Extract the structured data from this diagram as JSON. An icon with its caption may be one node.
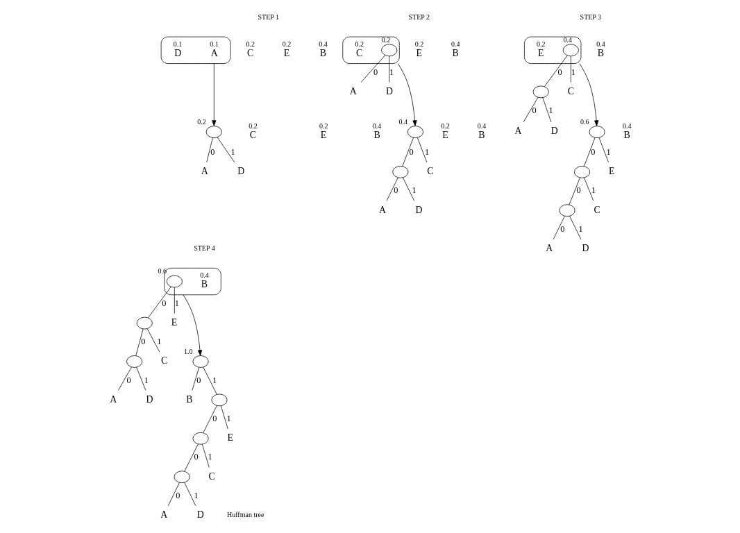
{
  "diagram": {
    "nodes": [
      {
        "text": [],
        "shape": "box"
      },
      {
        "text": [
          "A"
        ],
        "beside": [
          "0.1"
        ],
        "in": 0
      },
      {
        "text": [
          "D"
        ],
        "beside": [
          "0.1"
        ],
        "in": 0
      },
      {
        "text": [
          "C"
        ],
        "beside": [
          "0.2"
        ]
      },
      {
        "text": [
          "E"
        ],
        "beside": [
          "0.2"
        ]
      },
      {
        "text": [
          "B"
        ],
        "beside": [
          "0.4"
        ]
      },
      {
        "text": [],
        "shape": "circle",
        "beside": [
          "0.2"
        ]
      },
      {
        "text": [
          "A"
        ]
      },
      {
        "text": [
          "D"
        ]
      },
      {
        "text": [
          "C"
        ],
        "beside": [
          "0.2"
        ]
      },
      {
        "text": [
          "E"
        ],
        "beside": [
          "0.2"
        ]
      },
      {
        "text": [
          "B"
        ],
        "beside": [
          "0.4"
        ]
      },
      {
        "text": [],
        "shape": "box"
      },
      {
        "text": [],
        "shape": "circle",
        "beside": [
          "0.2"
        ],
        "in": 12
      },
      {
        "text": [
          "C"
        ],
        "beside": [
          "0.2"
        ],
        "in": 12
      },
      {
        "text": [
          "A"
        ]
      },
      {
        "text": [
          "D"
        ]
      },
      {
        "text": [
          "E"
        ],
        "beside": [
          "0.2"
        ]
      },
      {
        "text": [
          "B"
        ],
        "beside": [
          "0.4"
        ]
      },
      {
        "text": [],
        "shape": "circle",
        "beside": [
          "0.4"
        ]
      },
      {
        "text": [],
        "shape": "circle"
      },
      {
        "text": [
          "A"
        ]
      },
      {
        "text": [
          "D"
        ]
      },
      {
        "text": [
          "C"
        ]
      },
      {
        "text": [
          "E"
        ],
        "beside": [
          "0.2"
        ]
      },
      {
        "text": [
          "B"
        ],
        "beside": [
          "0.4"
        ]
      },
      {
        "text": [],
        "shape": "box"
      },
      {
        "text": [],
        "shape": "circle",
        "beside": [
          "0.4"
        ],
        "in": 26
      },
      {
        "text": [
          "E"
        ],
        "beside": [
          "0.2"
        ],
        "in": 26
      },
      {
        "text": [
          "B"
        ],
        "beside": [
          "0.4"
        ]
      },
      {
        "text": [],
        "shape": "circle"
      },
      {
        "text": [
          "A"
        ]
      },
      {
        "text": [
          "D"
        ]
      },
      {
        "text": [
          "C"
        ]
      },
      {
        "text": [],
        "shape": "circle",
        "beside": [
          "0.6"
        ]
      },
      {
        "text": [],
        "shape": "circle"
      },
      {
        "text": [],
        "shape": "circle"
      },
      {
        "text": [
          "A"
        ]
      },
      {
        "text": [
          "D"
        ]
      },
      {
        "text": [
          "C"
        ]
      },
      {
        "text": [
          "E"
        ]
      },
      {
        "text": [
          "B"
        ],
        "beside": [
          "0.4"
        ]
      },
      {
        "text": [],
        "shape": "box"
      },
      {
        "text": [
          "B"
        ],
        "beside": [
          "0.4"
        ],
        "in": 42
      },
      {
        "text": [],
        "shape": "circle",
        "beside": [
          "0.6"
        ],
        "in": 42
      },
      {
        "text": [],
        "shape": "circle"
      },
      {
        "text": [],
        "shape": "circle"
      },
      {
        "text": [
          "A"
        ]
      },
      {
        "text": [
          "D"
        ]
      },
      {
        "text": [
          "C"
        ]
      },
      {
        "text": [
          "E"
        ]
      },
      {
        "text": [],
        "shape": "circle",
        "beside": [
          "1.0"
        ]
      },
      {
        "text": [
          "B"
        ]
      },
      {
        "text": [],
        "shape": "circle"
      },
      {
        "text": [],
        "shape": "circle"
      },
      {
        "text": [],
        "shape": "circle"
      },
      {
        "text": [
          "A"
        ]
      },
      {
        "text": [
          "D"
        ]
      },
      {
        "text": [
          "C"
        ]
      },
      {
        "text": [
          "E"
        ]
      }
    ],
    "edges": [
      {
        "from": 0,
        "to": 6,
        "arrow": "to"
      },
      {
        "from": 6,
        "to": 7,
        "arrow": "none",
        "label": "0"
      },
      {
        "from": 6,
        "to": 8,
        "arrow": "none",
        "label": "1"
      },
      {
        "from": 13,
        "to": 15,
        "arrow": "none",
        "label": "0"
      },
      {
        "from": 13,
        "to": 16,
        "arrow": "none",
        "label": "1"
      },
      {
        "from": 12,
        "to": 19,
        "arrow": "to"
      },
      {
        "from": 19,
        "to": 20,
        "arrow": "none",
        "label": "0"
      },
      {
        "from": 19,
        "to": 23,
        "arrow": "none",
        "label": "1"
      },
      {
        "from": 20,
        "to": 21,
        "arrow": "none",
        "label": "0"
      },
      {
        "from": 20,
        "to": 22,
        "arrow": "none",
        "label": "1"
      },
      {
        "from": 27,
        "to": 30,
        "arrow": "none",
        "label": "0"
      },
      {
        "from": 27,
        "to": 33,
        "arrow": "none",
        "label": "1"
      },
      {
        "from": 30,
        "to": 31,
        "arrow": "none",
        "label": "0"
      },
      {
        "from": 30,
        "to": 32,
        "arrow": "none",
        "label": "1"
      },
      {
        "from": 26,
        "to": 34,
        "arrow": "to"
      },
      {
        "from": 34,
        "to": 35,
        "arrow": "none",
        "label": "0"
      },
      {
        "from": 34,
        "to": 40,
        "arrow": "none",
        "label": "1"
      },
      {
        "from": 35,
        "to": 36,
        "arrow": "none",
        "label": "0"
      },
      {
        "from": 35,
        "to": 39,
        "arrow": "none",
        "label": "1"
      },
      {
        "from": 36,
        "to": 37,
        "arrow": "none",
        "label": "0"
      },
      {
        "from": 36,
        "to": 38,
        "arrow": "none",
        "label": "1"
      },
      {
        "from": 44,
        "to": 45,
        "arrow": "none",
        "label": "0"
      },
      {
        "from": 44,
        "to": 50,
        "arrow": "none",
        "label": "1"
      },
      {
        "from": 45,
        "to": 46,
        "arrow": "none",
        "label": "0"
      },
      {
        "from": 45,
        "to": 49,
        "arrow": "none",
        "label": "1"
      },
      {
        "from": 46,
        "to": 47,
        "arrow": "none",
        "label": "0"
      },
      {
        "from": 46,
        "to": 48,
        "arrow": "none",
        "label": "1"
      },
      {
        "from": 42,
        "to": 51,
        "arrow": "to"
      },
      {
        "from": 51,
        "to": 52,
        "arrow": "none",
        "label": "0"
      },
      {
        "from": 51,
        "to": 53,
        "arrow": "none",
        "label": "1"
      },
      {
        "from": 53,
        "to": 54,
        "arrow": "none",
        "label": "0"
      },
      {
        "from": 53,
        "to": 59,
        "arrow": "none",
        "label": "1"
      },
      {
        "from": 54,
        "to": 55,
        "arrow": "none",
        "label": "0"
      },
      {
        "from": 54,
        "to": 58,
        "arrow": "none",
        "label": "1"
      },
      {
        "from": 55,
        "to": 56,
        "arrow": "none",
        "label": "0"
      },
      {
        "from": 55,
        "to": 57,
        "arrow": "none",
        "label": "1"
      }
    ],
    "labels": [
      "STEP 1",
      "STEP 2",
      "STEP 3",
      "STEP 4",
      "Huffman tree"
    ]
  }
}
